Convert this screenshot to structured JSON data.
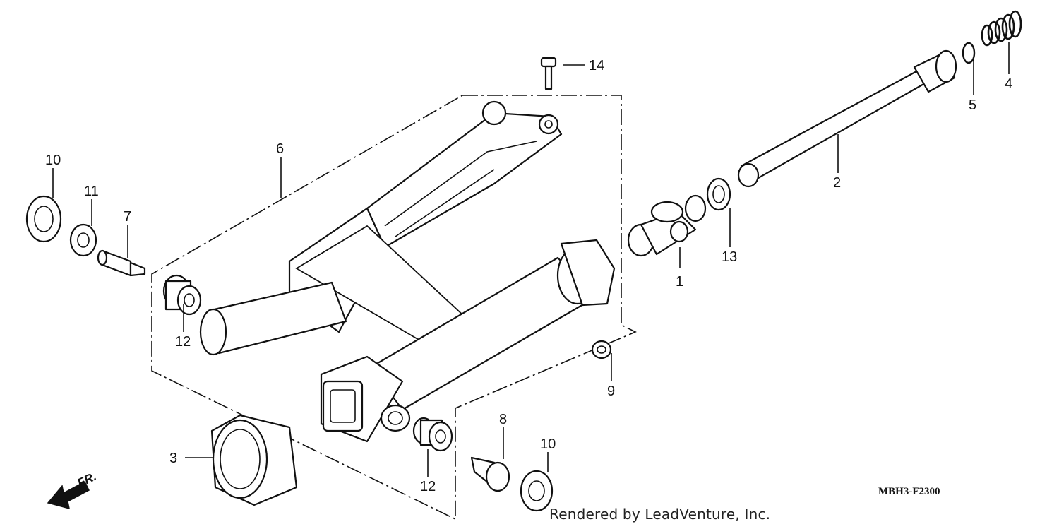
{
  "diagram": {
    "code": "MBH3-F2300",
    "credit": "Rendered by LeadVenture, Inc.",
    "direction": "FR.",
    "callouts": [
      "1",
      "2",
      "3",
      "4",
      "5",
      "6",
      "7",
      "8",
      "9",
      "10",
      "11",
      "12",
      "13",
      "14",
      "10",
      "12"
    ]
  }
}
